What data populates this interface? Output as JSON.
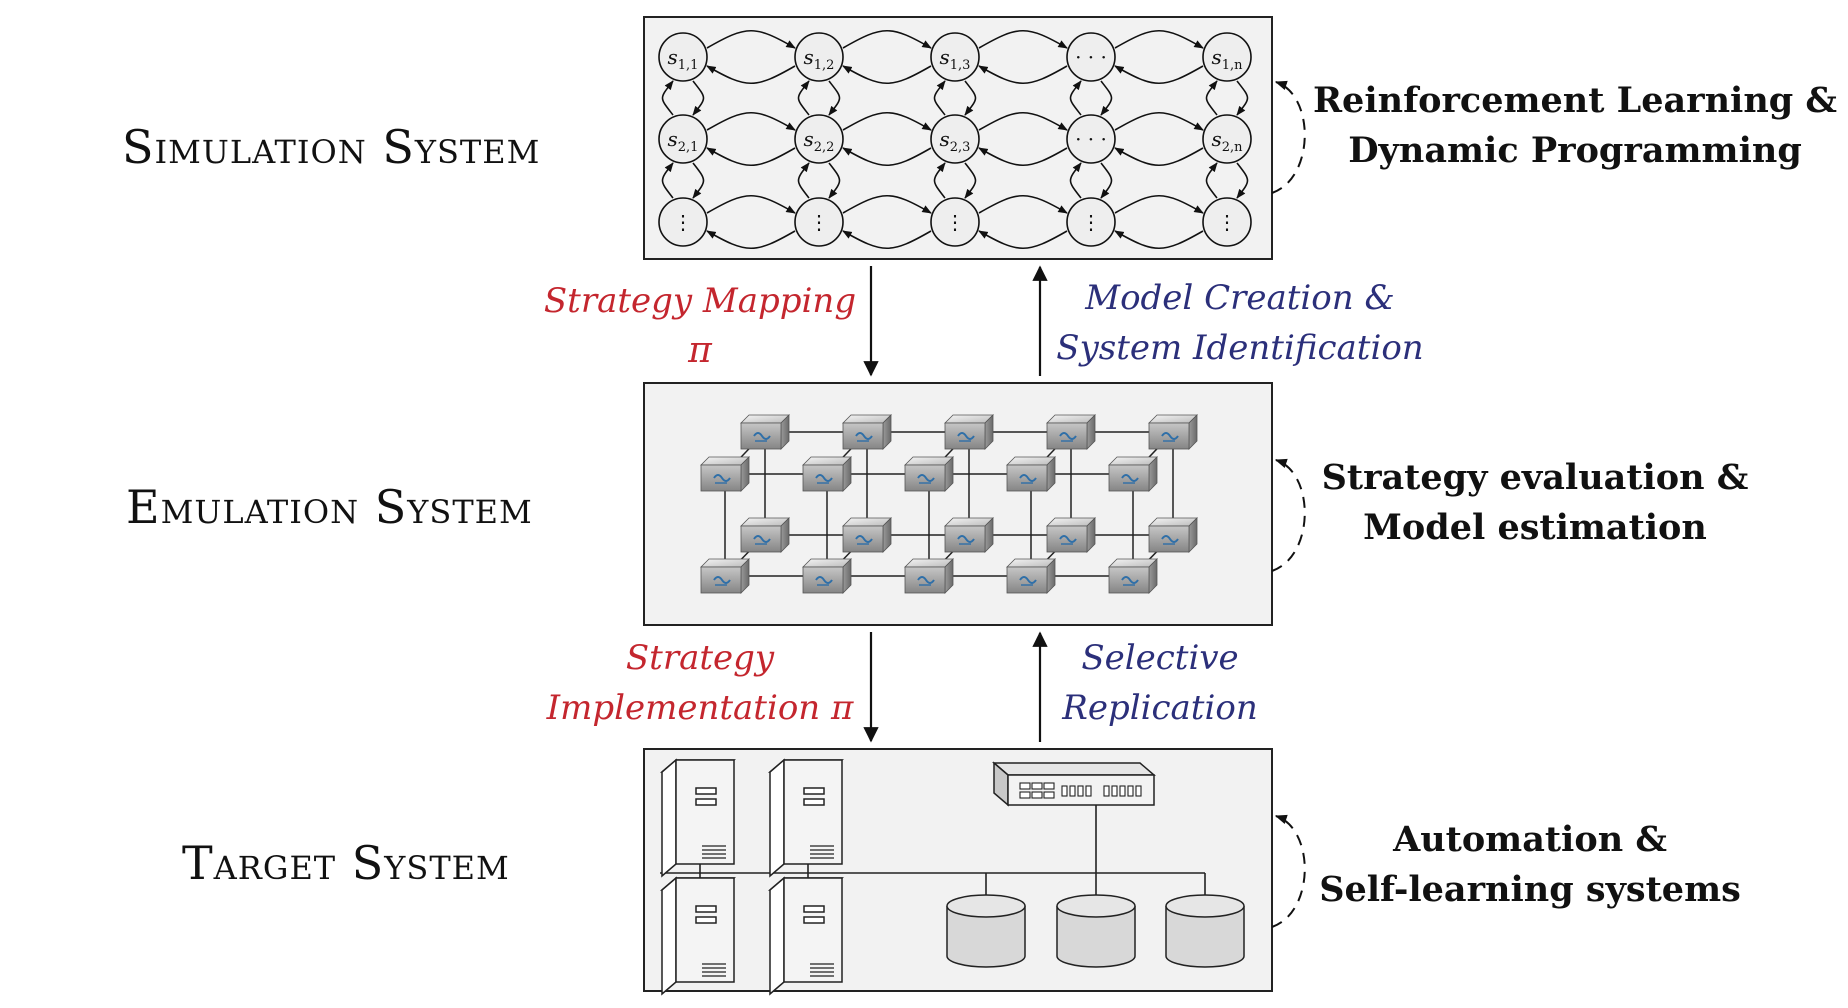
{
  "simulation": {
    "title": "Simulation System",
    "side_note": [
      "Reinforcement Learning &",
      "Dynamic Programming"
    ],
    "state_labels": [
      [
        {
          "base": "s",
          "sub": "1,1"
        },
        {
          "base": "s",
          "sub": "1,2"
        },
        {
          "base": "s",
          "sub": "1,3"
        },
        {
          "base": "· · ·",
          "sub": ""
        },
        {
          "base": "s",
          "sub": "1,n"
        }
      ],
      [
        {
          "base": "s",
          "sub": "2,1"
        },
        {
          "base": "s",
          "sub": "2,2"
        },
        {
          "base": "s",
          "sub": "2,3"
        },
        {
          "base": "· · ·",
          "sub": ""
        },
        {
          "base": "s",
          "sub": "2,n"
        }
      ],
      [
        {
          "base": "⋮",
          "sub": ""
        },
        {
          "base": "⋮",
          "sub": ""
        },
        {
          "base": "⋮",
          "sub": ""
        },
        {
          "base": "⋮",
          "sub": ""
        },
        {
          "base": "⋮",
          "sub": ""
        }
      ]
    ]
  },
  "emulation": {
    "title": "Emulation System",
    "side_note": [
      "Strategy evaluation &",
      "Model estimation"
    ]
  },
  "target": {
    "title": "Target System",
    "side_note": [
      "Automation &",
      "Self-learning systems"
    ]
  },
  "flows": {
    "sim_to_emu": {
      "lines": [
        "Strategy Mapping",
        "π"
      ],
      "color": "#c4262e"
    },
    "emu_to_sim": {
      "lines": [
        "Model Creation &",
        "System Identification"
      ],
      "color": "#2b2f7a"
    },
    "emu_to_target": {
      "lines": [
        "Strategy",
        "Implementation π"
      ],
      "color": "#c4262e"
    },
    "target_to_emu": {
      "lines": [
        "Selective",
        "Replication"
      ],
      "color": "#2b2f7a"
    }
  },
  "colors": {
    "panel_fill": "#f2f2f2",
    "panel_stroke": "#222222",
    "node_fill": "#eeeeee",
    "accent_red": "#c4262e",
    "accent_blue": "#2b2f7a"
  },
  "icons": {
    "emulation_node": "container-cube-icon",
    "server": "server-tower-icon",
    "switch": "network-switch-icon",
    "storage": "storage-disk-icon",
    "feedback": "dashed-loop-arrow-icon"
  }
}
